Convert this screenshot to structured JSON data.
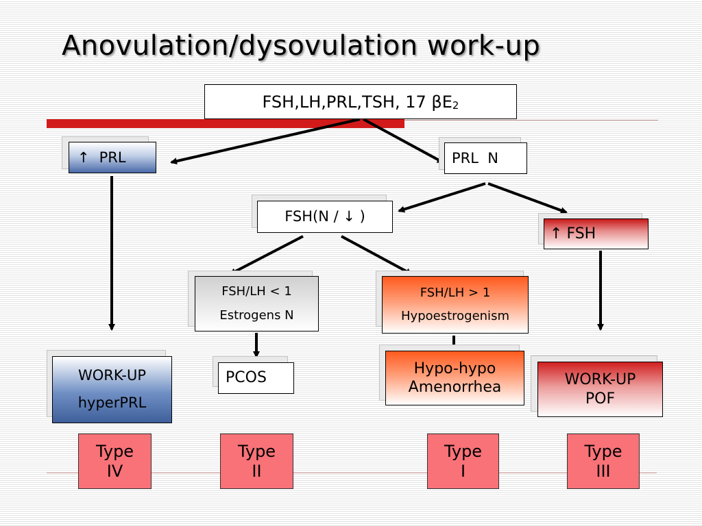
{
  "title": "Anovulation/dysovulation work-up",
  "root": {
    "text": "FSH,LH,PRL,TSH, 17 βE",
    "sub": "2"
  },
  "prl_high": {
    "arrow": "↑",
    "text": "PRL"
  },
  "prl_normal": {
    "text": "PRL  N"
  },
  "fsh_n_low": {
    "text": "FSH(N / ↓ )"
  },
  "fsh_high": {
    "arrow": "↑",
    "text": "FSH"
  },
  "fsh_lh_low": {
    "line1": "FSH/LH < 1",
    "line2": "Estrogens N"
  },
  "fsh_lh_high": {
    "line1": "FSH/LH > 1",
    "line2": "Hypoestrogenism"
  },
  "workup_hyperprl": {
    "line1": "WORK-UP",
    "line2": "hyperPRL"
  },
  "pcos": {
    "text": "PCOS"
  },
  "hypo_hypo": {
    "line1": "Hypo-hypo",
    "line2": "Amenorrhea"
  },
  "workup_pof": {
    "line1": "WORK-UP",
    "line2": "POF"
  },
  "types": [
    {
      "line1": "Type",
      "line2": "IV"
    },
    {
      "line1": "Type",
      "line2": "II"
    },
    {
      "line1": "Type",
      "line2": "I"
    },
    {
      "line1": "Type",
      "line2": "III"
    }
  ],
  "colors": {
    "accent_red": "#d21a1a",
    "type_fill": "#f87278",
    "blue_box": "#3f5f9b",
    "orange_box": "#ff5a1e"
  }
}
